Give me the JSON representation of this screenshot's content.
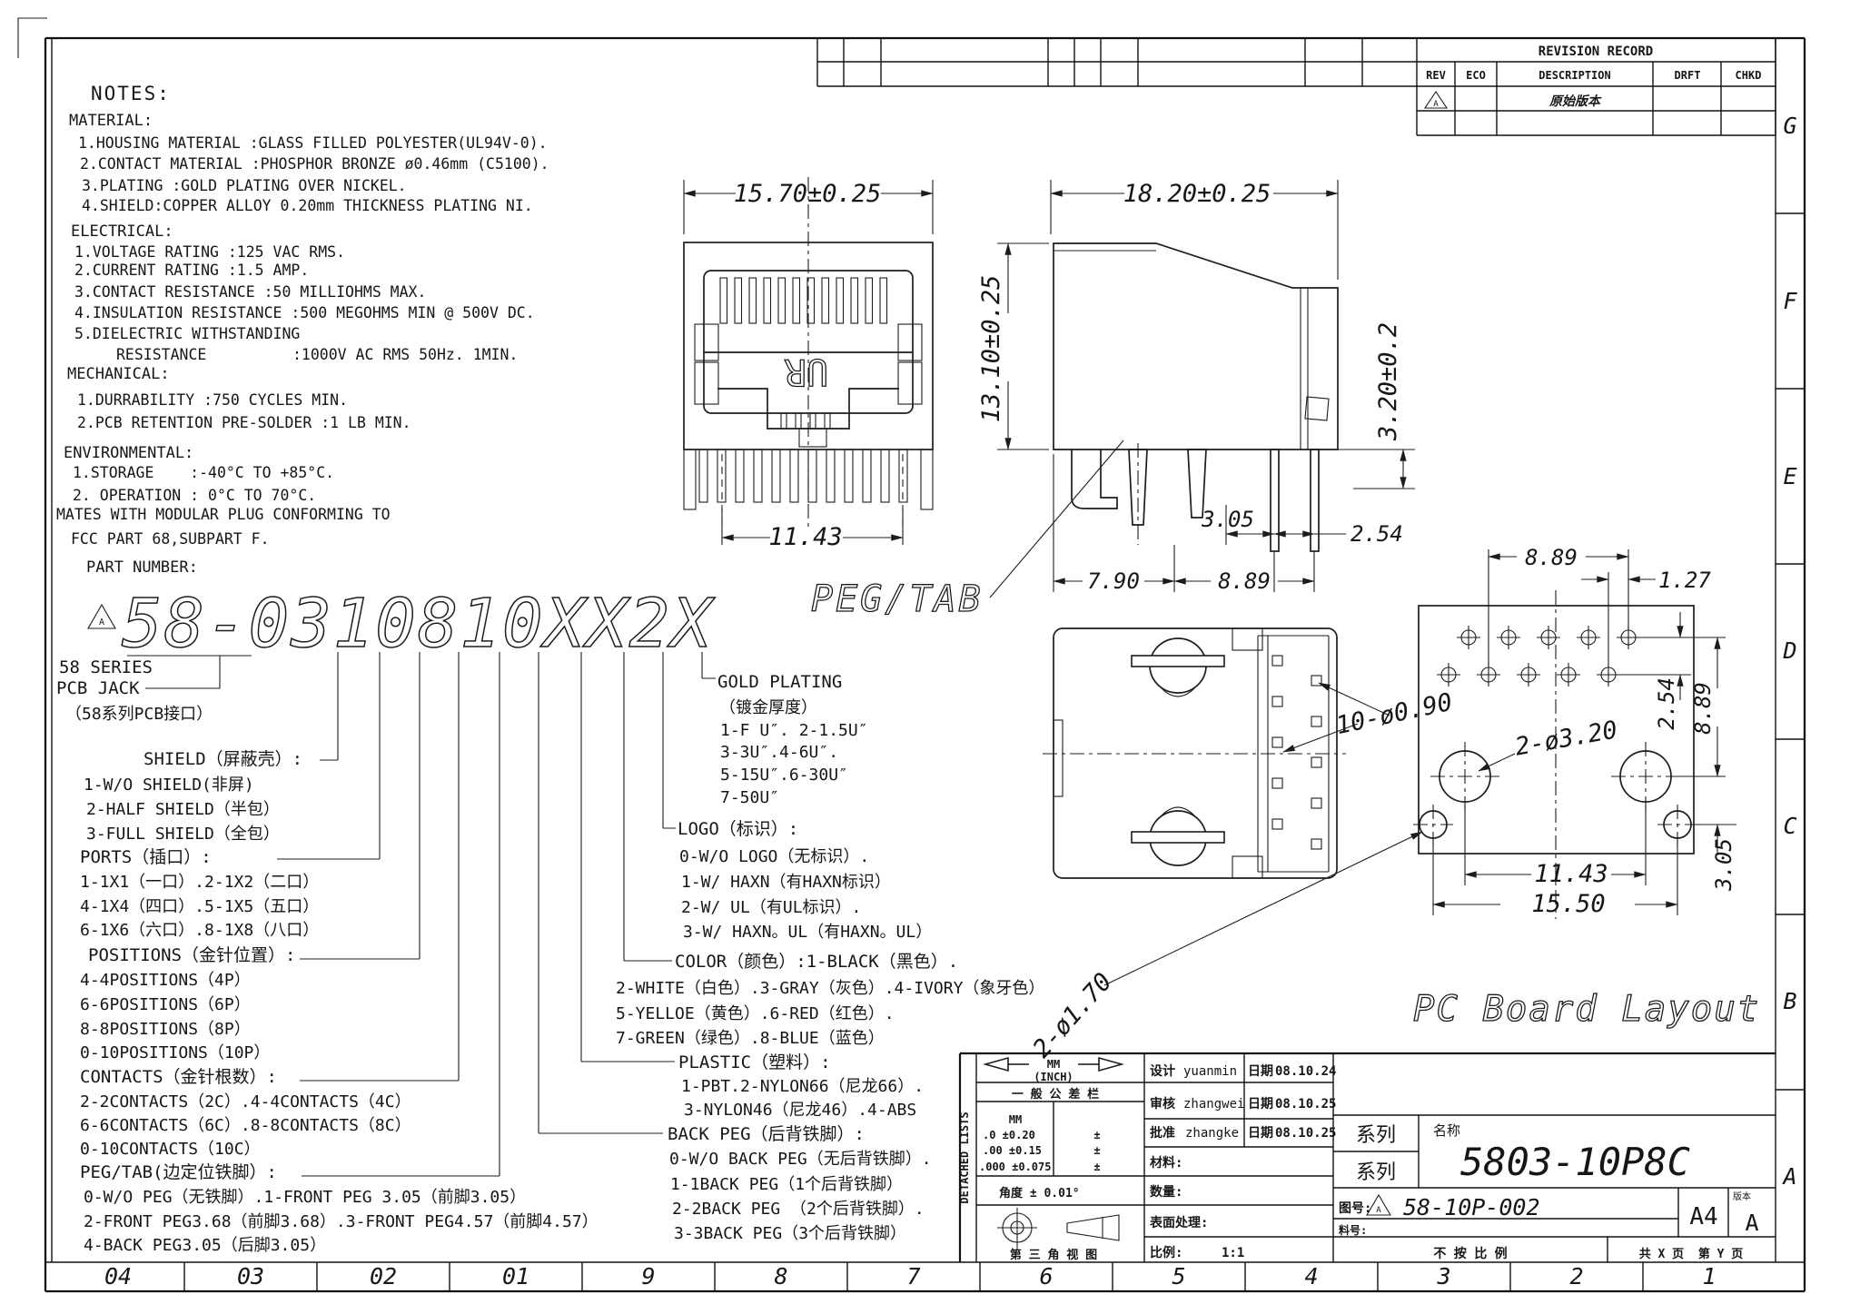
{
  "drawing": {
    "notes": {
      "title": "NOTES:",
      "material_header": "MATERIAL:",
      "material": [
        "1.HOUSING MATERIAL :GLASS FILLED POLYESTER(UL94V-0).",
        "2.CONTACT MATERIAL :PHOSPHOR BRONZE ø0.46mm (C5100).",
        "3.PLATING :GOLD PLATING OVER NICKEL.",
        "4.SHIELD:COPPER ALLOY 0.20mm THICKNESS PLATING NI."
      ],
      "electrical_header": "ELECTRICAL:",
      "electrical": [
        "1.VOLTAGE RATING :125 VAC RMS.",
        "2.CURRENT RATING :1.5 AMP.",
        "3.CONTACT RESISTANCE :50 MILLIOHMS MAX.",
        "4.INSULATION RESISTANCE :500 MEGOHMS MIN @ 500V DC.",
        "5.DIELECTRIC WITHSTANDING",
        "RESISTANCE",
        ":1000V AC RMS 50Hz. 1MIN."
      ],
      "mechanical_header": "MECHANICAL:",
      "mechanical": [
        "1.DURRABILITY :750 CYCLES MIN.",
        "2.PCB RETENTION PRE-SOLDER :1 LB MIN."
      ],
      "environmental_header": "ENVIRONMENTAL:",
      "environmental": [
        "1.STORAGE    :-40°C TO +85°C.",
        "2. OPERATION : 0°C TO 70°C."
      ],
      "mates": [
        "MATES WITH MODULAR PLUG CONFORMING TO",
        "FCC PART 68,SUBPART F."
      ],
      "part_number_label": "PART NUMBER:"
    },
    "part_number": {
      "value": "58-0310810XX2X",
      "revision_mark": "A"
    },
    "decoder_left": {
      "series": [
        "58 SERIES",
        "PCB JACK",
        "（58系列PCB接口）"
      ],
      "shield_header": "SHIELD（屏蔽壳）:",
      "shield": [
        "1-W/O SHIELD(非屏)",
        "2-HALF SHIELD（半包）",
        "3-FULL SHIELD（全包）"
      ],
      "ports_header": "PORTS（插口）:",
      "ports": [
        "1-1X1（一口）.2-1X2（二口）",
        "4-1X4（四口）.5-1X5（五口）",
        "6-1X6（六口）.8-1X8（八口）"
      ],
      "positions_header": "POSITIONS（金针位置）:",
      "positions": [
        "4-4POSITIONS（4P）",
        "6-6POSITIONS（6P）",
        "8-8POSITIONS（8P）",
        "0-10POSITIONS（10P）"
      ],
      "contacts_header": "CONTACTS（金针根数）:",
      "contacts": [
        "2-2CONTACTS（2C）.4-4CONTACTS（4C）",
        "6-6CONTACTS（6C）.8-8CONTACTS（8C）",
        "0-10CONTACTS（10C）"
      ],
      "peg_header": "PEG/TAB(边定位铁脚）:",
      "peg": [
        "0-W/O PEG（无铁脚）.1-FRONT PEG 3.05（前脚3.05）",
        "2-FRONT PEG3.68（前脚3.68）.3-FRONT PEG4.57（前脚4.57）",
        "4-BACK PEG3.05（后脚3.05）"
      ]
    },
    "decoder_right": {
      "gold_header": "GOLD PLATING",
      "gold_sub": "（镀金厚度）",
      "gold": [
        "1-F U″. 2-1.5U″",
        "3-3U″.4-6U″.",
        "5-15U″.6-30U″",
        "7-50U″"
      ],
      "logo_header": "LOGO（标识）:",
      "logo": [
        "0-W/O LOGO（无标识）.",
        "1-W/ HAXN（有HAXN标识）",
        "2-W/ UL（有UL标识）.",
        "3-W/ HAXN。UL（有HAXN。UL）"
      ],
      "color_header": "COLOR（颜色）:1-BLACK（黑色）.",
      "color": [
        "2-WHITE（白色）.3-GRAY（灰色）.4-IVORY（象牙色）",
        "5-YELLOE（黄色）.6-RED（红色）.",
        "7-GREEN（绿色）.8-BLUE（蓝色）"
      ],
      "plastic_header": "PLASTIC（塑料）:",
      "plastic": [
        "1-PBT.2-NYLON66（尼龙66）.",
        "3-NYLON46（尼龙46）.4-ABS"
      ],
      "backpeg_header": "BACK PEG（后背铁脚）:",
      "backpeg": [
        "0-W/O BACK PEG（无后背铁脚）.",
        "1-1BACK PEG（1个后背铁脚）",
        "2-2BACK PEG （2个后背铁脚）.",
        "3-3BACK PEG（3个后背铁脚）"
      ]
    },
    "views": {
      "front": {
        "dim_width": "15.70±0.25",
        "dim_pins": "11.43",
        "logo": "UR"
      },
      "side": {
        "dim_depth": "18.20±0.25",
        "dim_height": "13.10±0.25",
        "dim_pin_len": "3.20±0.2",
        "dim_a": "3.05",
        "dim_b": "2.54",
        "dim_c": "7.90",
        "dim_d": "8.89",
        "peg_label": "PEG/TAB"
      },
      "pcb": {
        "title": "PC Board Layout",
        "dim_top": "8.89",
        "dim_offset": "1.27",
        "dim_row": "2.54",
        "dim_right": "8.89",
        "dim_small": "3.05",
        "dim_big_holes": "11.43",
        "dim_width": "15.50",
        "label_pins": "10-ø0.90",
        "label_big": "2-ø3.20",
        "label_small": "2-ø1.70"
      }
    },
    "revision_table": {
      "title": "REVISION RECORD",
      "columns": [
        "REV",
        "ECO",
        "DESCRIPTION",
        "DRFT",
        "CHKD"
      ],
      "row_rev": "A",
      "row_description": "原始版本"
    },
    "title_block": {
      "units_mm": "MM",
      "units_inch": "(INCH)",
      "tolerance_header": "一 般 公 差 栏",
      "tol_unit": "MM",
      "tolerances": [
        ".0 ±0.20",
        ".00 ±0.15",
        ".000 ±0.075"
      ],
      "pm": "±",
      "angle": "角度 ± 0.01°",
      "projection": "第 三 角 视 图",
      "detached": "DETACHED LISTS",
      "design_label": "设计",
      "design_name": "yuanmin",
      "date_label": "日期",
      "design_date": "08.10.24",
      "check_label": "审核",
      "check_name": "zhangwei",
      "check_date": "08.10.25",
      "approve_label": "批准",
      "approve_name": "zhangke",
      "approve_date": "08.10.25",
      "material_label": "材料:",
      "qty_label": "数量:",
      "surface_label": "表面处理:",
      "scale_label": "比例:",
      "scale_value": "1:1",
      "series_label": "系列",
      "series_label2": "系列",
      "name_label": "名称",
      "part_name": "5803-10P8C",
      "drawing_no_label": "图号:",
      "drawing_no_mark": "A",
      "drawing_no": "58-10P-002",
      "material_no_label": "料号:",
      "paper": "A4",
      "version_label": "版本",
      "version": "A",
      "not_to_scale": "不 按 比 例",
      "pages": "共 X 页  第 Y 页"
    },
    "border": {
      "letters": [
        "G",
        "F",
        "E",
        "D",
        "C",
        "B",
        "A"
      ],
      "numbers": [
        "04",
        "03",
        "02",
        "01",
        "9",
        "8",
        "7",
        "6",
        "5",
        "4",
        "3",
        "2",
        "1"
      ]
    }
  }
}
